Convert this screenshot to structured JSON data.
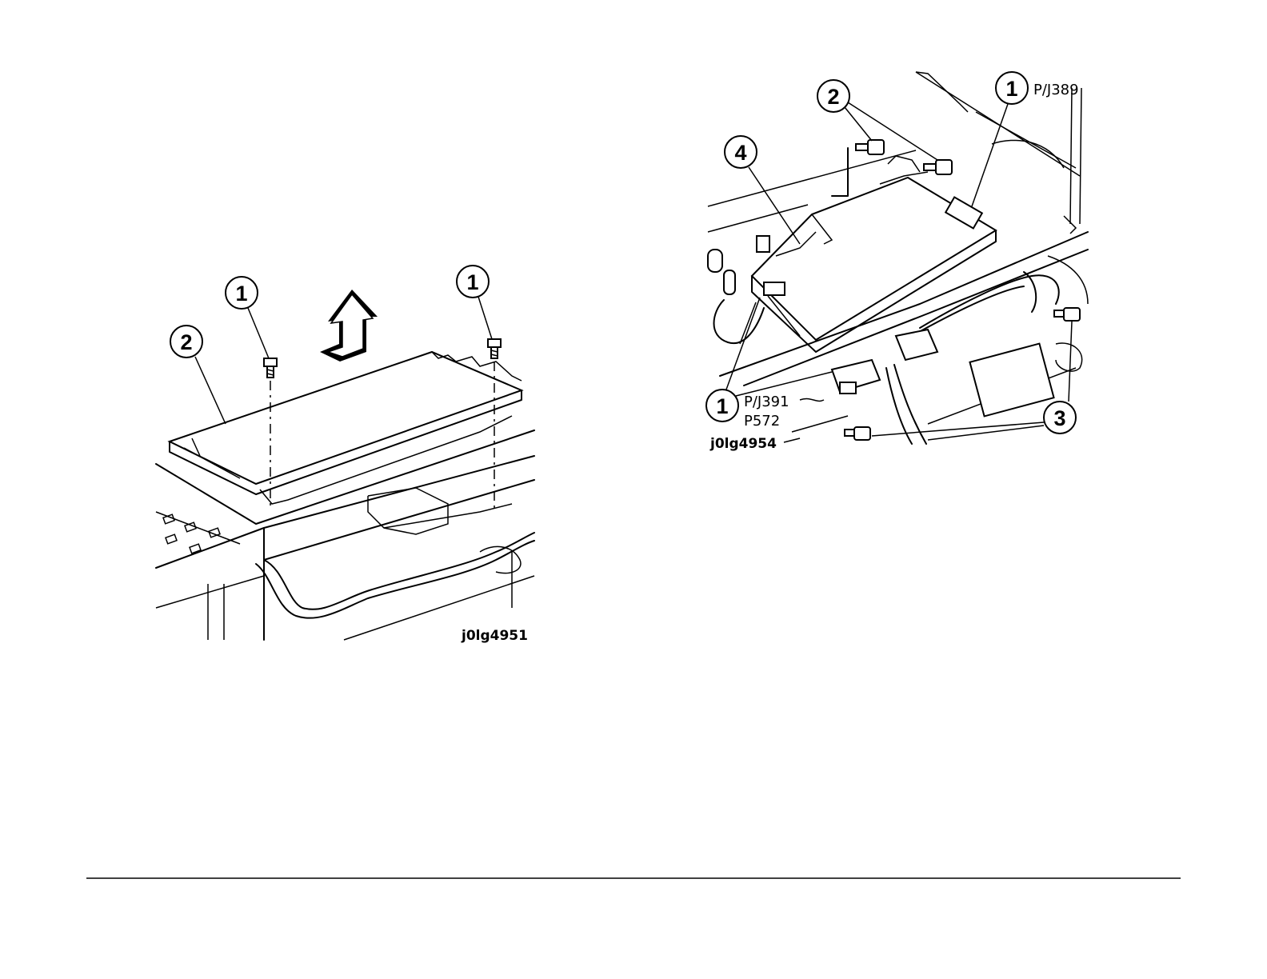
{
  "figures": [
    {
      "id_label": "j0lg4951",
      "callouts": [
        "1",
        "1",
        "2"
      ]
    },
    {
      "id_label": "j0lg4954",
      "callouts": [
        "1",
        "1",
        "2",
        "3",
        "4"
      ],
      "connector_labels": [
        "P/J389",
        "P/J391",
        "P572"
      ]
    }
  ]
}
